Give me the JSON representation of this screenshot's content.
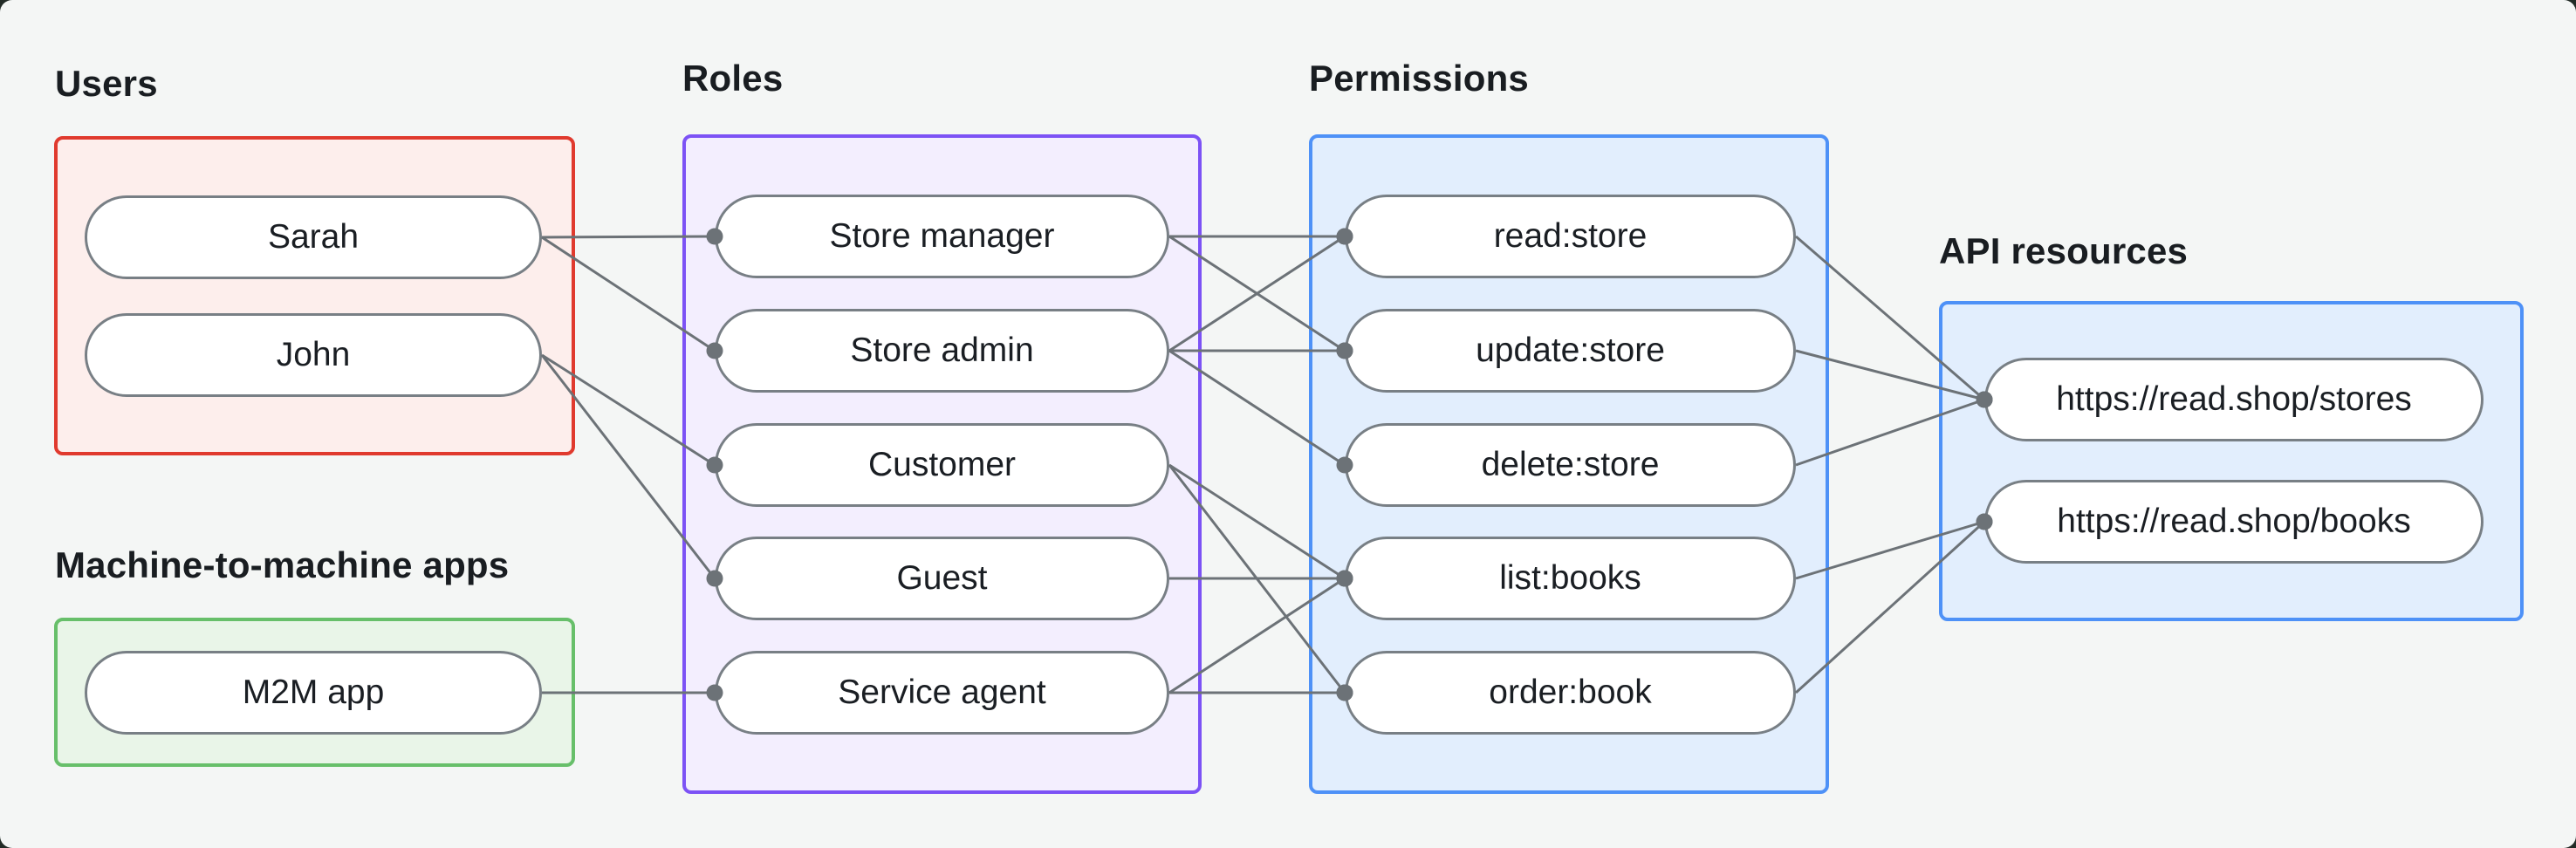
{
  "canvas": {
    "background": "#f4f6f5",
    "outside_background": "#222b26"
  },
  "palette": {
    "line_color": "#6c7277",
    "dot_color": "#6c7277",
    "pill_border": "#787f85",
    "pill_fill": "#ffffff",
    "text_color": "#191d21"
  },
  "groups": [
    {
      "id": "users",
      "label": "Users",
      "border_color": "#e03a2e",
      "fill_color": "#fdeeec",
      "nodes": [
        {
          "id": "sarah",
          "label": "Sarah"
        },
        {
          "id": "john",
          "label": "John"
        }
      ]
    },
    {
      "id": "m2m",
      "label": "Machine-to-machine apps",
      "border_color": "#67bf6a",
      "fill_color": "#e9f5e8",
      "nodes": [
        {
          "id": "m2m-app",
          "label": "M2M app"
        }
      ]
    },
    {
      "id": "roles",
      "label": "Roles",
      "border_color": "#7c52f5",
      "fill_color": "#f3eefe",
      "nodes": [
        {
          "id": "store-manager",
          "label": "Store manager"
        },
        {
          "id": "store-admin",
          "label": "Store admin"
        },
        {
          "id": "customer",
          "label": "Customer"
        },
        {
          "id": "guest",
          "label": "Guest"
        },
        {
          "id": "service-agent",
          "label": "Service agent"
        }
      ]
    },
    {
      "id": "permissions",
      "label": "Permissions",
      "border_color": "#4e91f7",
      "fill_color": "#e2eefd",
      "nodes": [
        {
          "id": "read-store",
          "label": "read:store"
        },
        {
          "id": "update-store",
          "label": "update:store"
        },
        {
          "id": "delete-store",
          "label": "delete:store"
        },
        {
          "id": "list-books",
          "label": "list:books"
        },
        {
          "id": "order-book",
          "label": "order:book"
        }
      ]
    },
    {
      "id": "api-resources",
      "label": "API resources",
      "border_color": "#4e91f7",
      "fill_color": "#e2eefd",
      "nodes": [
        {
          "id": "stores-api",
          "label": "https://read.shop/stores"
        },
        {
          "id": "books-api",
          "label": "https://read.shop/books"
        }
      ]
    }
  ],
  "edges": [
    {
      "from": "sarah",
      "to": "store-manager"
    },
    {
      "from": "sarah",
      "to": "store-admin"
    },
    {
      "from": "john",
      "to": "customer"
    },
    {
      "from": "john",
      "to": "guest"
    },
    {
      "from": "m2m-app",
      "to": "service-agent"
    },
    {
      "from": "store-manager",
      "to": "read-store"
    },
    {
      "from": "store-manager",
      "to": "update-store"
    },
    {
      "from": "store-admin",
      "to": "read-store"
    },
    {
      "from": "store-admin",
      "to": "update-store"
    },
    {
      "from": "store-admin",
      "to": "delete-store"
    },
    {
      "from": "customer",
      "to": "list-books"
    },
    {
      "from": "customer",
      "to": "order-book"
    },
    {
      "from": "guest",
      "to": "list-books"
    },
    {
      "from": "service-agent",
      "to": "list-books"
    },
    {
      "from": "service-agent",
      "to": "order-book"
    },
    {
      "from": "read-store",
      "to": "stores-api"
    },
    {
      "from": "update-store",
      "to": "stores-api"
    },
    {
      "from": "delete-store",
      "to": "stores-api"
    },
    {
      "from": "list-books",
      "to": "books-api"
    },
    {
      "from": "order-book",
      "to": "books-api"
    }
  ]
}
